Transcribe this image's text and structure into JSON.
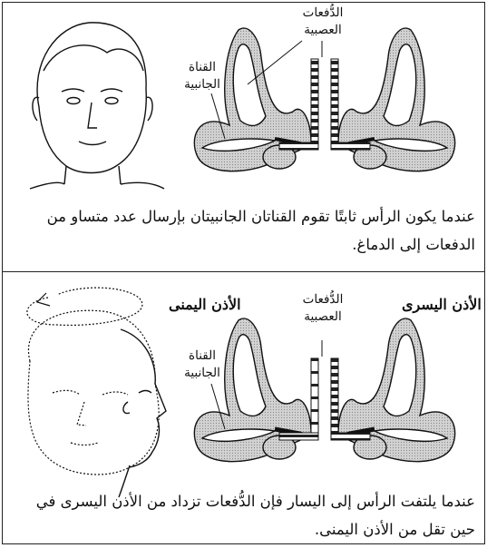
{
  "panel_top": {
    "label_impulses": "الدُّفعات العصبية",
    "label_canal": "القناة الجانبية",
    "caption": "عندما يكون الرأس ثابتًا تقوم القناتان الجانبيتان بإرسال عدد متساو من الدفعات إلى الدماغ."
  },
  "panel_bottom": {
    "label_left_ear": "الأذن اليسرى",
    "label_right_ear": "الأذن اليمنى",
    "label_impulses": "الدُّفعات العصبية",
    "label_canal": "القناة الجانبية",
    "caption": "عندما يلتفت الرأس إلى اليسار فإن الدُّفعات تزداد من الأذن اليسرى في حين تقل من الأذن اليمنى."
  },
  "colors": {
    "stroke": "#111111",
    "fill_gray": "#bdbdbd",
    "hatched_dark": "#333333"
  }
}
